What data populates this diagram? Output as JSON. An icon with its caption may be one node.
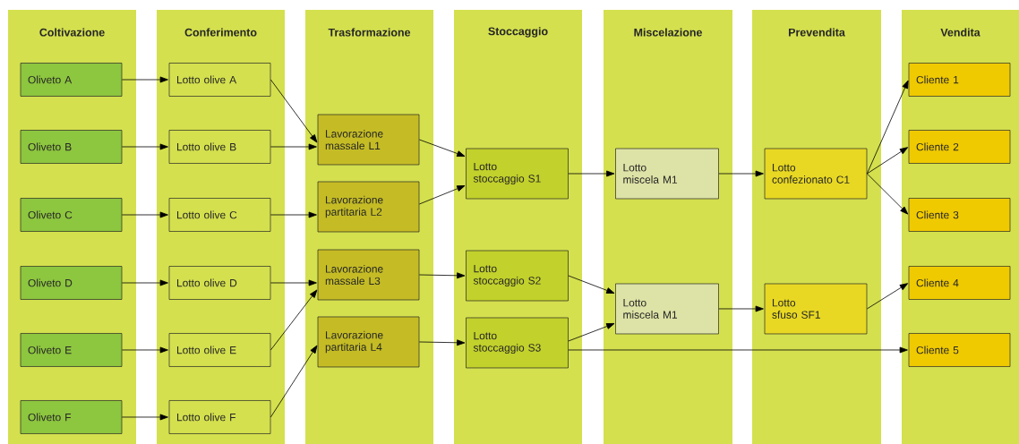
{
  "diagram": {
    "nodes": [
      {
        "text": [
          "Coltivazione"
        ]
      },
      {
        "text": [
          "Oliveto A"
        ],
        "in": 0
      },
      {
        "text": [
          "Oliveto B"
        ],
        "in": 0
      },
      {
        "text": [
          "Oliveto C"
        ],
        "in": 0
      },
      {
        "text": [
          "Oliveto D"
        ],
        "in": 0
      },
      {
        "text": [
          "Oliveto E"
        ],
        "in": 0
      },
      {
        "text": [
          "Oliveto F"
        ],
        "in": 0
      },
      {
        "text": [
          "Conferimento"
        ]
      },
      {
        "text": [
          "Lotto olive A"
        ],
        "in": 7
      },
      {
        "text": [
          "Lotto olive B"
        ],
        "in": 7
      },
      {
        "text": [
          "Lotto olive C"
        ],
        "in": 7
      },
      {
        "text": [
          "Lotto olive D"
        ],
        "in": 7
      },
      {
        "text": [
          "Lotto olive E"
        ],
        "in": 7
      },
      {
        "text": [
          "Lotto olive F"
        ],
        "in": 7
      },
      {
        "text": [
          "Trasformazione"
        ]
      },
      {
        "text": [
          "Lavorazione massale L1"
        ],
        "in": 14
      },
      {
        "text": [
          "Lavorazione partitaria L2"
        ],
        "in": 14
      },
      {
        "text": [
          "Lavorazione massale L3"
        ],
        "in": 14
      },
      {
        "text": [
          "Lavorazione partitaria L4"
        ],
        "in": 14
      },
      {
        "text": [
          "Stoccaggio"
        ]
      },
      {
        "text": [
          "Lotto stoccaggio S1"
        ],
        "in": 19
      },
      {
        "text": [
          "Lotto stoccaggio S2"
        ],
        "in": 19
      },
      {
        "text": [
          "Lotto stoccaggio S3"
        ],
        "in": 19
      },
      {
        "text": [
          "Miscelazione"
        ]
      },
      {
        "text": [
          "Lotto miscela M1"
        ],
        "in": 23
      },
      {
        "text": [
          "Lotto miscela M1"
        ],
        "in": 23
      },
      {
        "text": [
          "Prevendita"
        ]
      },
      {
        "text": [
          "Lotto confezionato C1"
        ],
        "in": 26
      },
      {
        "text": [
          "Lotto sfuso SF1"
        ],
        "in": 26
      },
      {
        "text": [
          "Vendita"
        ]
      },
      {
        "text": [
          "Cliente 1"
        ],
        "in": 29
      },
      {
        "text": [
          "Cliente 2"
        ],
        "in": 29
      },
      {
        "text": [
          "Cliente 3"
        ],
        "in": 29
      },
      {
        "text": [
          "Cliente 4"
        ],
        "in": 29
      },
      {
        "text": [
          "Cliente 5"
        ],
        "in": 29
      }
    ],
    "edges": [
      {
        "from": 1,
        "to": 8,
        "arrow": "to"
      },
      {
        "from": 2,
        "to": 9,
        "arrow": "to"
      },
      {
        "from": 3,
        "to": 10,
        "arrow": "to"
      },
      {
        "from": 4,
        "to": 11,
        "arrow": "to"
      },
      {
        "from": 5,
        "to": 12,
        "arrow": "to"
      },
      {
        "from": 6,
        "to": 13,
        "arrow": "to"
      },
      {
        "from": 8,
        "to": 15,
        "arrow": "to"
      },
      {
        "from": 9,
        "to": 15,
        "arrow": "to"
      },
      {
        "from": 10,
        "to": 16,
        "arrow": "to"
      },
      {
        "from": 11,
        "to": 17,
        "arrow": "to"
      },
      {
        "from": 12,
        "to": 17,
        "arrow": "to"
      },
      {
        "from": 13,
        "to": 18,
        "arrow": "to"
      },
      {
        "from": 15,
        "to": 20,
        "arrow": "to"
      },
      {
        "from": 16,
        "to": 20,
        "arrow": "to"
      },
      {
        "from": 17,
        "to": 21,
        "arrow": "to"
      },
      {
        "from": 18,
        "to": 22,
        "arrow": "to"
      },
      {
        "from": 20,
        "to": 24,
        "arrow": "to"
      },
      {
        "from": 21,
        "to": 25,
        "arrow": "to"
      },
      {
        "from": 22,
        "to": 25,
        "arrow": "to"
      },
      {
        "from": 22,
        "to": 34,
        "arrow": "to"
      },
      {
        "from": 24,
        "to": 27,
        "arrow": "to"
      },
      {
        "from": 25,
        "to": 28,
        "arrow": "to"
      },
      {
        "from": 27,
        "to": 30,
        "arrow": "to"
      },
      {
        "from": 27,
        "to": 31,
        "arrow": "to"
      },
      {
        "from": 27,
        "to": 32,
        "arrow": "to"
      },
      {
        "from": 28,
        "to": 33,
        "arrow": "to"
      }
    ]
  }
}
